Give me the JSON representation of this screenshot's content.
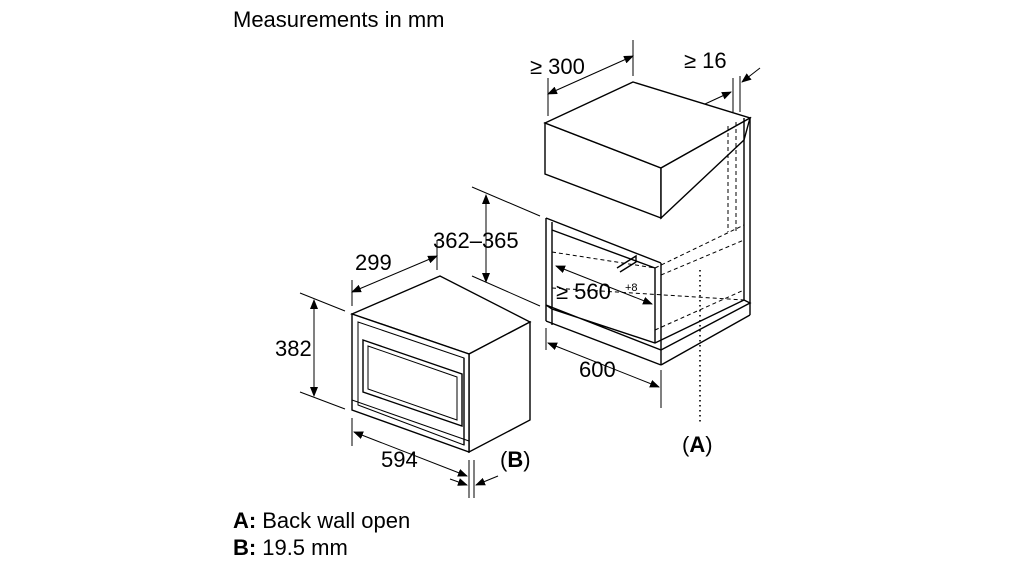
{
  "title": "Measurements in mm",
  "dimensions": {
    "niche_depth": "≥ 300",
    "ventilation_gap": "≥ 16",
    "niche_height": "362–365",
    "niche_width": "≥ 560",
    "niche_width_tolerance": "+8",
    "cabinet_width": "600",
    "appliance_depth": "299",
    "appliance_height": "382",
    "appliance_width": "594"
  },
  "markers": {
    "a": {
      "open": "(",
      "letter": "A",
      "close": ")"
    },
    "b": {
      "open": "(",
      "letter": "B",
      "close": ")"
    }
  },
  "legend": [
    {
      "key": "A:",
      "text": "Back wall open"
    },
    {
      "key": "B:",
      "text": "19.5 mm"
    }
  ]
}
